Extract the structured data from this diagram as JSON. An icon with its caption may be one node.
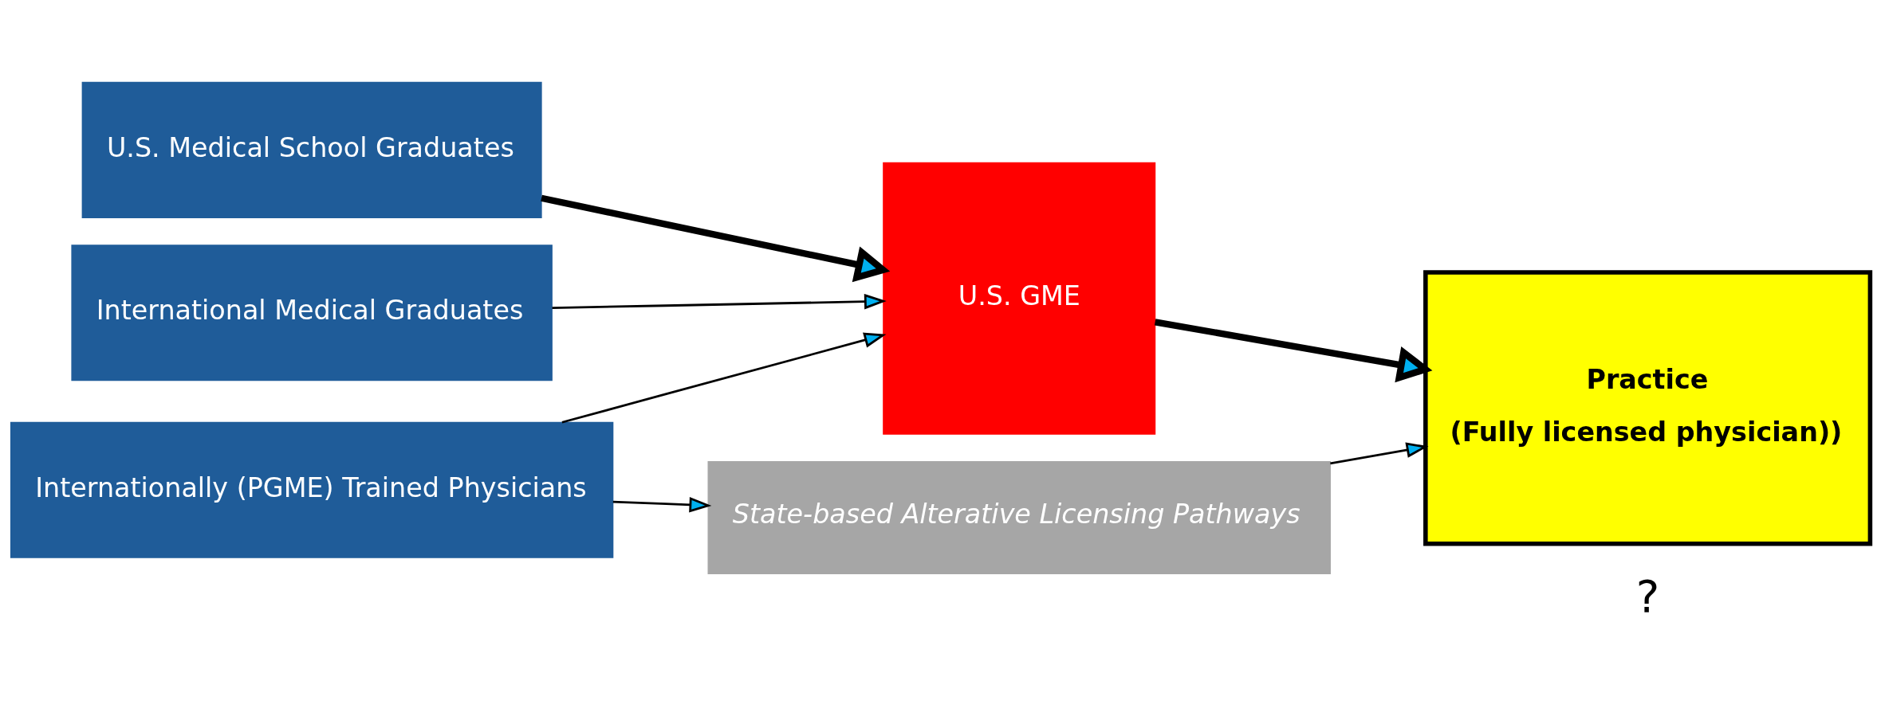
{
  "diagram": {
    "nodes": [
      {
        "text": [
          "U.S. Medical School Graduates"
        ]
      },
      {
        "text": [
          "International Medical Graduates"
        ]
      },
      {
        "text": [
          "Internationally (PGME) Trained Physicians"
        ]
      },
      {
        "text": [
          "U.S. GME"
        ]
      },
      {
        "text": [
          "Practice",
          "(Fully licensed physician))"
        ]
      },
      {
        "text": [
          "State-based Alterative Licensing Pathways"
        ]
      }
    ],
    "edges": [
      {
        "from": 0,
        "to": 3,
        "arrow": "to",
        "style": "thick"
      },
      {
        "from": 1,
        "to": 3,
        "arrow": "to"
      },
      {
        "from": 2,
        "to": 3,
        "arrow": "to"
      },
      {
        "from": 2,
        "to": 5,
        "arrow": "to"
      },
      {
        "from": 3,
        "to": 4,
        "arrow": "to",
        "style": "thick"
      },
      {
        "from": 5,
        "to": 4,
        "arrow": "to"
      }
    ],
    "labels": [
      "?"
    ]
  }
}
